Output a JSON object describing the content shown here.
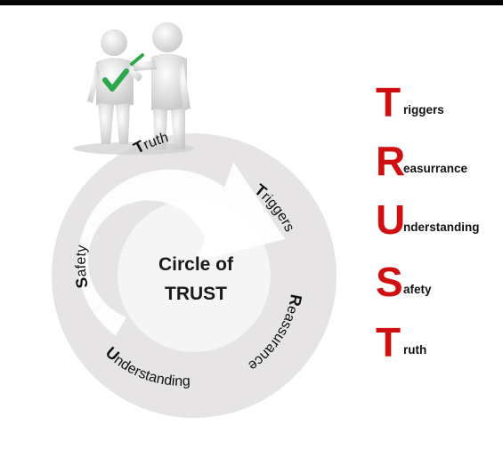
{
  "center_label": {
    "line1": "Circle of",
    "line2": "TRUST"
  },
  "cycle_labels": [
    {
      "first": "T",
      "rest": "ruth"
    },
    {
      "first": "T",
      "rest": "riggers"
    },
    {
      "first": "R",
      "rest": "eassurance"
    },
    {
      "first": "U",
      "rest": "nderstanding"
    },
    {
      "first": "S",
      "rest": "afety"
    }
  ],
  "acronym": [
    {
      "letter": "T",
      "rest": "riggers"
    },
    {
      "letter": "R",
      "rest": "easurrance"
    },
    {
      "letter": "U",
      "rest": "nderstanding"
    },
    {
      "letter": "S",
      "rest": "afety"
    },
    {
      "letter": "T",
      "rest": "ruth"
    }
  ],
  "colors": {
    "accent": "#d01010",
    "check": "#2aa84a",
    "ring": "#e6e4e4",
    "text": "#111111"
  },
  "icons": [
    "figure-pair-icon",
    "checkmark-icon"
  ]
}
